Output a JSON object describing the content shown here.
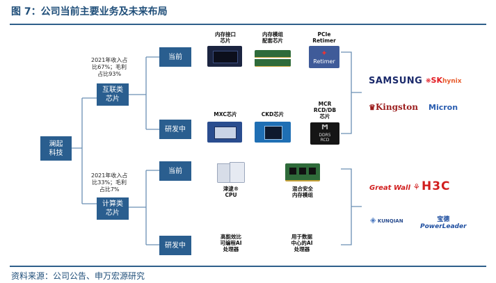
{
  "header": {
    "title": "图 7：公司当前主要业务及未来布局"
  },
  "footer": {
    "source": "资料来源：公司公告、申万宏源研究"
  },
  "root": {
    "label_line1": "澜起",
    "label_line2": "科技"
  },
  "interconnect": {
    "label_line1": "互联类",
    "label_line2": "芯片",
    "note_line1": "2021年收入占",
    "note_line2": "比67%；毛利",
    "note_line3": "占比93%",
    "current": {
      "label": "当前",
      "items": [
        {
          "name_line1": "内存接口",
          "name_line2": "芯片"
        },
        {
          "name_line1": "内存模组",
          "name_line2": "配套芯片"
        },
        {
          "name_line1": "PCIe",
          "name_line2": "Retimer",
          "chip_text": "Retimer"
        }
      ]
    },
    "rd": {
      "label": "研发中",
      "items": [
        {
          "name_line1": "MXC芯片"
        },
        {
          "name_line1": "CKD芯片"
        },
        {
          "name_line1": "MCR",
          "name_line2": "RCD/DB",
          "name_line3": "芯片",
          "chip_text_line1": "DDR5",
          "chip_text_line2": "RCD"
        }
      ]
    },
    "competitors": [
      "SAMSUNG",
      "SK",
      "hynix",
      "Kingston",
      "Micron"
    ]
  },
  "computing": {
    "label_line1": "计算类",
    "label_line2": "芯片",
    "note_line1": "2021年收入占",
    "note_line2": "比33%；毛利",
    "note_line3": "占比7%",
    "current": {
      "label": "当前",
      "items": [
        {
          "name_line1": "津逮®",
          "name_line2": "CPU"
        },
        {
          "name_line1": "混合安全",
          "name_line2": "内存模组"
        }
      ]
    },
    "rd": {
      "label": "研发中",
      "items": [
        {
          "name_line1": "高能效比",
          "name_line2": "可编程AI",
          "name_line3": "处理器"
        },
        {
          "name_line1": "用于数据",
          "name_line2": "中心的AI",
          "name_line3": "处理器"
        }
      ]
    },
    "competitors": [
      "Great Wall",
      "H3C",
      "KUNQIAN",
      "宝德",
      "PowerLeader"
    ]
  },
  "colors": {
    "box": "#2a5e8f",
    "title": "#1f4e79",
    "line": "#6a8fb3"
  }
}
